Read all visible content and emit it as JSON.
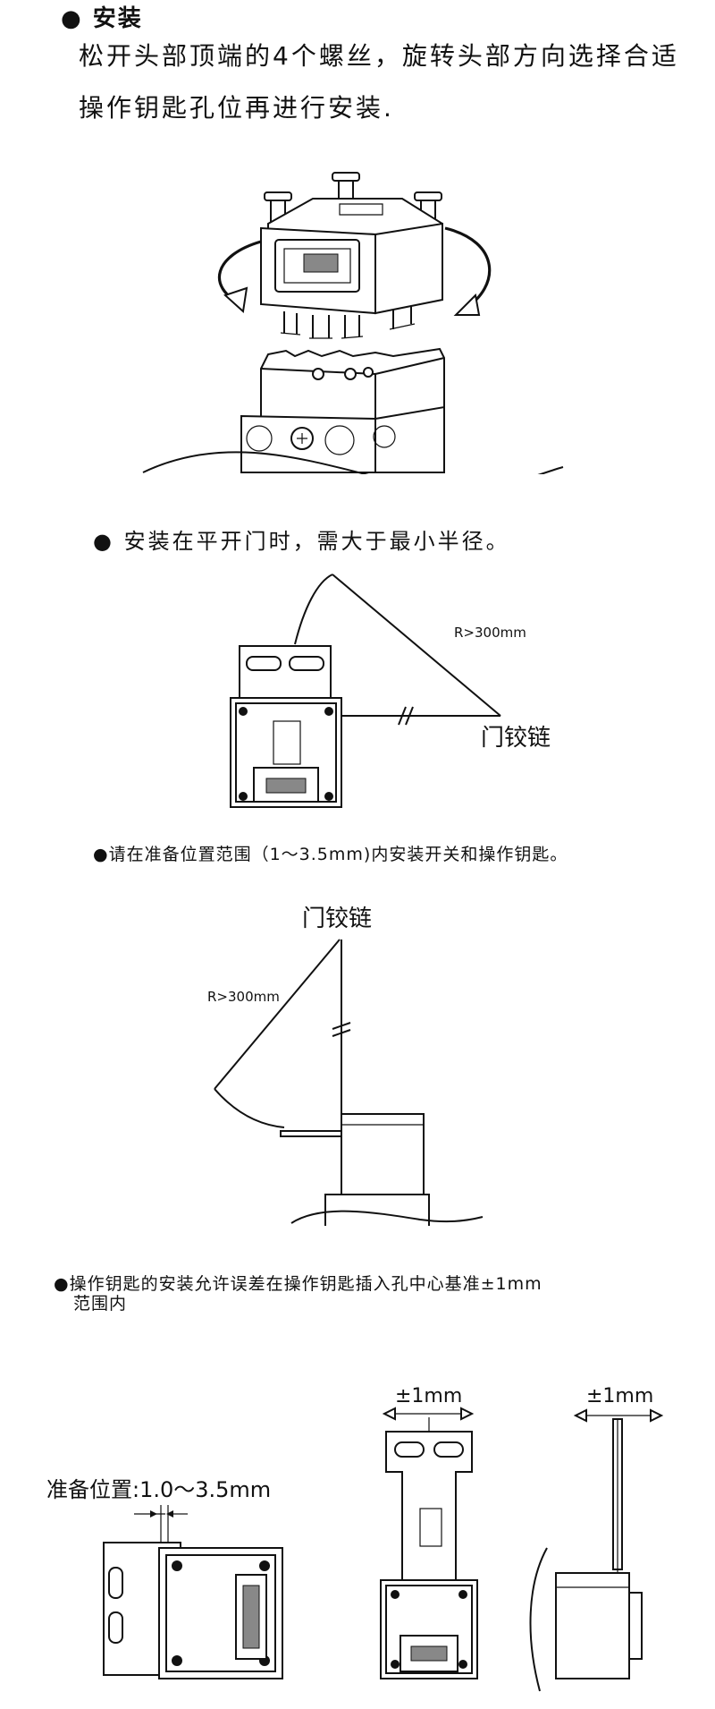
{
  "section": {
    "title": "● 安装",
    "paragraph_line1": "松开头部顶端的4个螺丝，旋转头部方向选择合适",
    "paragraph_line2": "操作钥匙孔位再进行安装."
  },
  "bullets": {
    "flat_door": "●  安装在平开门时，需大于最小半径。",
    "range": "●请在准备位置范围（1～3.5mm)内安装开关和操作钥匙。",
    "tolerance_line1": "●操作钥匙的安装允许误差在操作钥匙插入孔中心基准±1mm",
    "tolerance_line2": "范围内"
  },
  "labels": {
    "radius_1": "R>300mm",
    "hinge_1": "门铰链",
    "hinge_2": "门铰链",
    "radius_2": "R>300mm",
    "ready_position": "准备位置:1.0～3.5mm",
    "tol_front": "±1mm",
    "tol_side": "±1mm"
  },
  "icons": {
    "bullet": "filled-circle",
    "rotation_arrows": "curved-arrows",
    "double_arrow": "double-headed-arrow",
    "break_mark": "double-slash"
  }
}
